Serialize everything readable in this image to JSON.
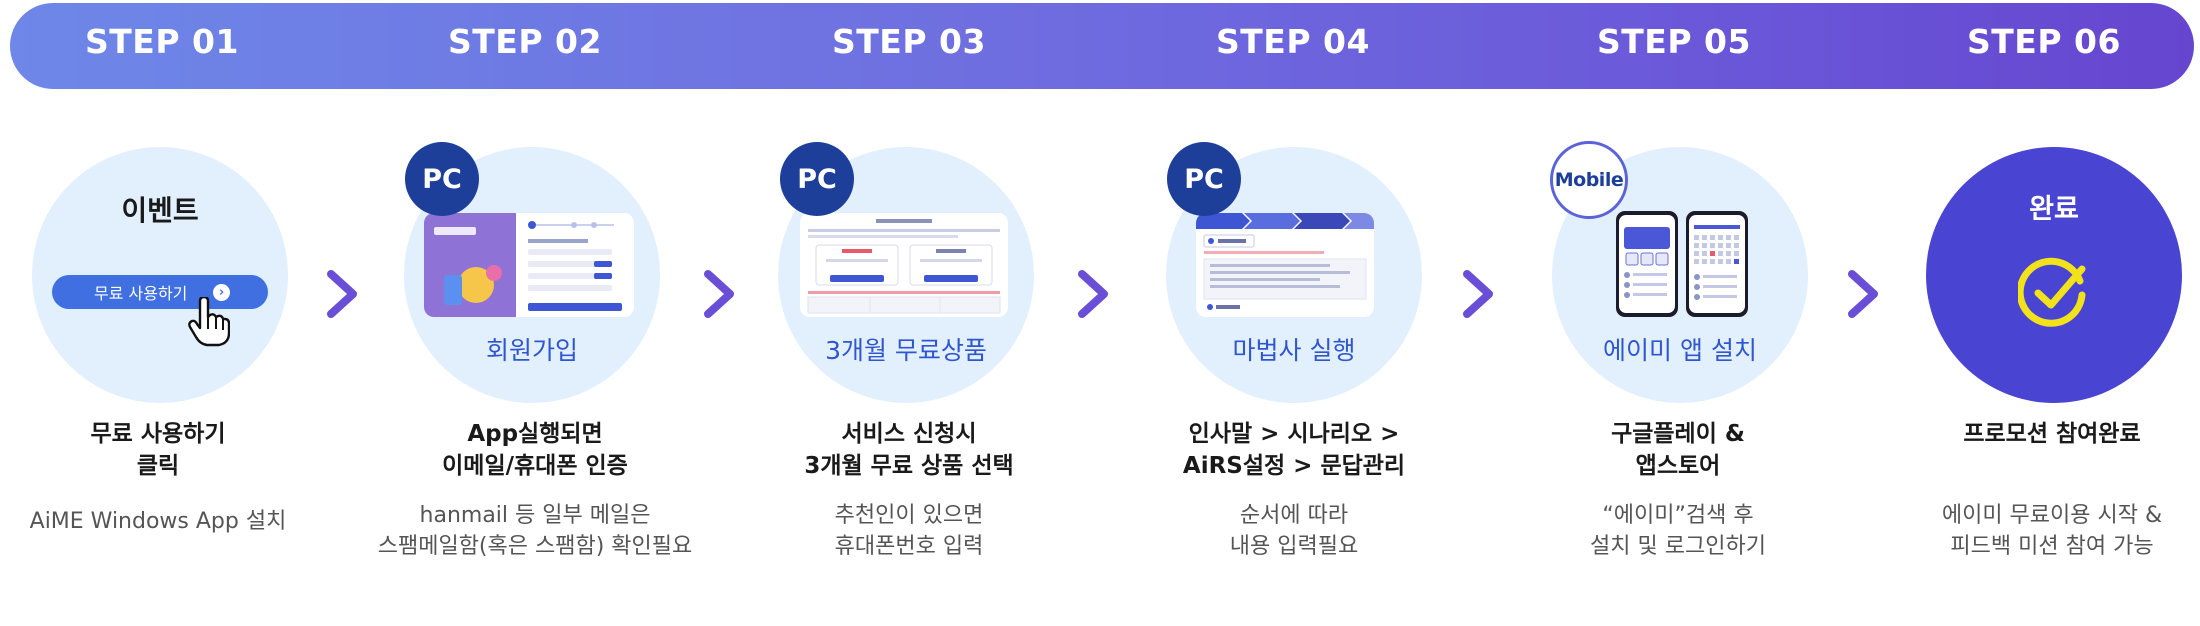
{
  "steps": [
    {
      "label": "STEP 01",
      "event_title": "이벤트",
      "button_label": "무료 사용하기",
      "title_lines": [
        "무료 사용하기",
        "클릭"
      ],
      "desc_lines": [
        "AiME Windows App 설치"
      ]
    },
    {
      "label": "STEP 02",
      "badge": "PC",
      "caption": "회원가입",
      "title_lines": [
        "App실행되면",
        "이메일/휴대폰 인증"
      ],
      "desc_lines": [
        "hanmail 등 일부 메일은",
        "스팸메일함(혹은 스팸함) 확인필요"
      ]
    },
    {
      "label": "STEP 03",
      "badge": "PC",
      "caption": "3개월 무료상품",
      "title_lines": [
        "서비스 신청시",
        "3개월 무료 상품 선택"
      ],
      "desc_lines": [
        "추천인이 있으면",
        "휴대폰번호 입력"
      ]
    },
    {
      "label": "STEP 04",
      "badge": "PC",
      "caption": "마법사 실행",
      "title_lines": [
        "인사말 > 시나리오 >",
        "AiRS설정 > 문답관리"
      ],
      "desc_lines": [
        "순서에 따라",
        "내용 입력필요"
      ]
    },
    {
      "label": "STEP 05",
      "badge": "Mobile",
      "caption": "에이미 앱 설치",
      "title_lines": [
        "구글플레이 &",
        "앱스토어"
      ],
      "desc_lines": [
        "“에이미”검색 후",
        "설치 및 로그인하기"
      ]
    },
    {
      "label": "STEP 06",
      "done_title": "완료",
      "title_lines": [
        "프로모션 참여완료"
      ],
      "desc_lines": [
        "에이미 무료이용 시작 &",
        "피드백 미션 참여 가능"
      ]
    }
  ],
  "colors": {
    "banner_start": "#6e87e8",
    "banner_end": "#6646cf",
    "circle_bg": "#e2f0fd",
    "done_bg": "#4a44d2",
    "badge_bg": "#1d3f9a",
    "caption": "#2f56d0",
    "chevron": "#6a4fd6",
    "check": "#f2e21b"
  },
  "icons": [
    "chevron-right-icon",
    "pointer-hand-icon",
    "arrow-circle-icon",
    "check-circle-icon"
  ]
}
